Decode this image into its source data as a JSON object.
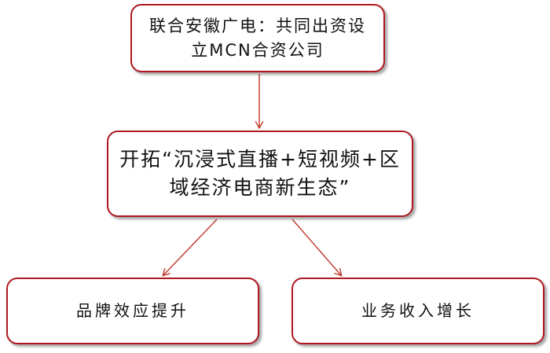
{
  "flowchart": {
    "top_box": {
      "text": "联合安徽广电：共同出资设立MCN合资公司"
    },
    "middle_box": {
      "text": "开拓“沉浸式直播+短视频+区域经济电商新生态”"
    },
    "bottom_left_box": {
      "text": "品牌效应提升"
    },
    "bottom_right_box": {
      "text": "业务收入增长"
    },
    "colors": {
      "border": "#b0171f",
      "arrow": "#c0392b",
      "text": "#111111",
      "background": "#ffffff"
    }
  }
}
